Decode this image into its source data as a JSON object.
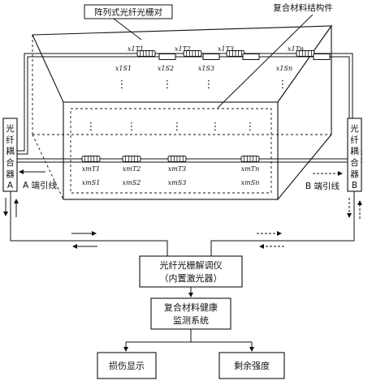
{
  "labels": {
    "array_pairs": "阵列式光纤光栅对",
    "composite_member": "复合材料结构件",
    "coupler_a": [
      "光",
      "纤",
      "耦",
      "合",
      "器",
      "A"
    ],
    "coupler_b": [
      "光",
      "纤",
      "耦",
      "合",
      "器",
      "B"
    ],
    "lead_a": "A 端引线",
    "lead_b": "B 端引线",
    "dots": "⋮"
  },
  "sensors": {
    "top_t": [
      "x1T1",
      "x1T2",
      "x1T3",
      "x1Tn"
    ],
    "top_s": [
      "x1S1",
      "x1S2",
      "x1S3",
      "x1Sn"
    ],
    "bottom_t": [
      "xmT1",
      "xmT2",
      "xmT3",
      "xmTn"
    ],
    "bottom_s": [
      "xmS1",
      "xmS2",
      "xmS3",
      "xmSn"
    ]
  },
  "boxes": {
    "demodulator_line1": "光纤光栅解调仪",
    "demodulator_line2": "（内置激光器）",
    "monitor_line1": "复合材料健康",
    "monitor_line2": "监测系统",
    "damage_display": "损伤显示",
    "residual_strength": "剩余强度"
  }
}
